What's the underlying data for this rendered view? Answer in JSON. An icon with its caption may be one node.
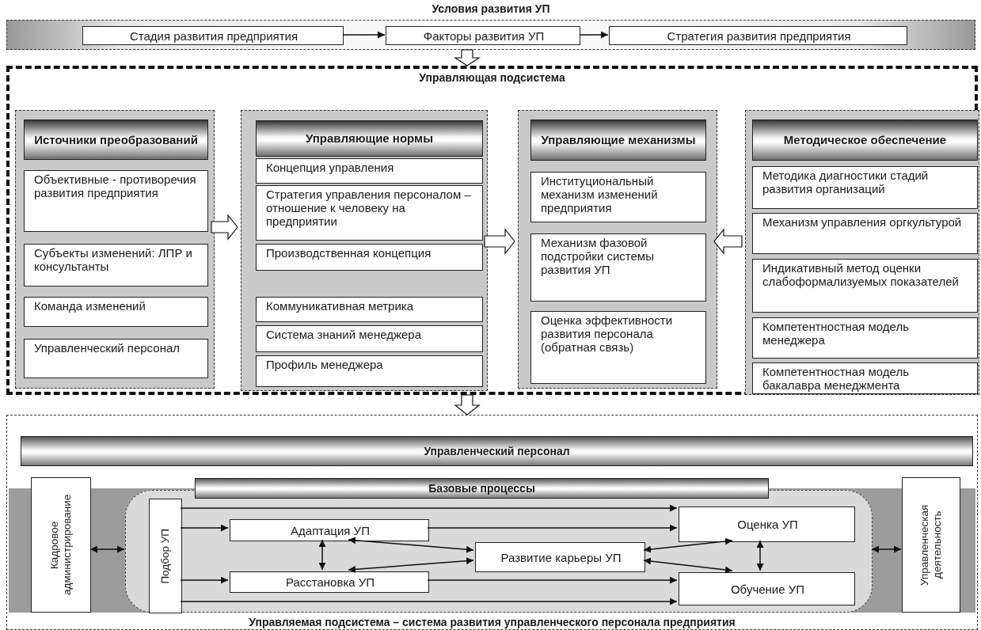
{
  "diagram": {
    "caption": "Управляемая подсистема – система развития управленческого персонала предприятия",
    "nodes": [
      {
        "text": [
          "Условия развития УП"
        ]
      },
      {
        "text": [
          "Стадия развития предприятия"
        ],
        "in": 0
      },
      {
        "text": [
          "Факторы развития УП"
        ],
        "in": 0
      },
      {
        "text": [
          "Стратегия развития предприятия"
        ],
        "in": 0
      },
      {
        "text": [
          "Управляющая подсистема"
        ]
      },
      {
        "text": [],
        "shape": "box",
        "in": 4
      },
      {
        "text": [
          "Источники преобразований"
        ],
        "in": 5
      },
      {
        "text": [
          "Объективные - противоречия развития предприятия"
        ],
        "in": 5
      },
      {
        "text": [
          "Субъекты изменений: ЛПР и консультанты"
        ],
        "in": 5
      },
      {
        "text": [
          "Команда изменений"
        ],
        "in": 5
      },
      {
        "text": [
          "Управленческий персонал"
        ],
        "in": 5
      },
      {
        "text": [],
        "shape": "box",
        "in": 4
      },
      {
        "text": [
          "Управляющие нормы"
        ],
        "in": 11
      },
      {
        "text": [
          "Концепция управления"
        ],
        "in": 11
      },
      {
        "text": [
          "Стратегия управления персоналом – отношение к человеку на предприятии"
        ],
        "in": 11
      },
      {
        "text": [
          "Производственная концепция"
        ],
        "in": 11
      },
      {
        "text": [
          "Коммуникативная метрика"
        ],
        "in": 11
      },
      {
        "text": [
          "Система знаний менеджера"
        ],
        "in": 11
      },
      {
        "text": [
          "Профиль менеджера"
        ],
        "in": 11
      },
      {
        "text": [],
        "shape": "box",
        "in": 4
      },
      {
        "text": [
          "Управляющие механизмы"
        ],
        "in": 19
      },
      {
        "text": [
          "Институциональный механизм изменений предприятия"
        ],
        "in": 19
      },
      {
        "text": [
          "Механизм фазовой подстройки системы развития УП"
        ],
        "in": 19
      },
      {
        "text": [
          "Оценка эффективности развития персонала (обратная связь)"
        ],
        "in": 19
      },
      {
        "text": [],
        "shape": "box",
        "in": 4
      },
      {
        "text": [
          "Методическое обеспечение"
        ],
        "in": 24
      },
      {
        "text": [
          "Методика диагностики стадий развития организаций"
        ],
        "in": 24
      },
      {
        "text": [
          "Механизм управления оргкультурой"
        ],
        "in": 24
      },
      {
        "text": [
          "Индикативный метод оценки слабоформализуемых показателей"
        ],
        "in": 24
      },
      {
        "text": [
          "Компетентностная модель менеджера"
        ],
        "in": 24
      },
      {
        "text": [
          "Компетентностная модель бакалавра менеджмента"
        ],
        "in": 24
      },
      {
        "text": [],
        "shape": "box"
      },
      {
        "text": [
          "Управленческий персонал"
        ],
        "in": 31
      },
      {
        "text": [
          "Кадровое администрирование"
        ],
        "in": 31
      },
      {
        "text": [
          "Базовые процессы"
        ],
        "in": 31
      },
      {
        "text": [],
        "shape": "box",
        "in": 31
      },
      {
        "text": [
          "Подбор УП"
        ],
        "in": 35
      },
      {
        "text": [
          "Адаптация УП"
        ],
        "in": 35
      },
      {
        "text": [
          "Расстановка УП"
        ],
        "in": 35
      },
      {
        "text": [
          "Развитие карьеры УП"
        ],
        "in": 35
      },
      {
        "text": [
          "Оценка УП"
        ],
        "in": 35
      },
      {
        "text": [
          "Обучение УП"
        ],
        "in": 35
      },
      {
        "text": [
          "Управленческая деятельность"
        ],
        "in": 31
      }
    ],
    "edges": [
      {
        "from": 1,
        "to": 2,
        "arrow": "to"
      },
      {
        "from": 2,
        "to": 3,
        "arrow": "to"
      },
      {
        "from": 0,
        "to": 4,
        "arrow": "to",
        "style": "thick"
      },
      {
        "from": 5,
        "to": 11,
        "arrow": "to",
        "style": "thick"
      },
      {
        "from": 11,
        "to": 19,
        "arrow": "to",
        "style": "thick"
      },
      {
        "from": 24,
        "to": 19,
        "arrow": "to",
        "style": "thick"
      },
      {
        "from": 4,
        "to": 31,
        "arrow": "to",
        "style": "thick"
      },
      {
        "from": 33,
        "to": 35,
        "arrow": "both"
      },
      {
        "from": 35,
        "to": 42,
        "arrow": "both"
      },
      {
        "from": 36,
        "to": 40,
        "arrow": "to"
      },
      {
        "from": 36,
        "to": 37,
        "arrow": "to"
      },
      {
        "from": 36,
        "to": 38,
        "arrow": "to"
      },
      {
        "from": 36,
        "to": 41,
        "arrow": "to"
      },
      {
        "from": 37,
        "to": 40,
        "arrow": "to"
      },
      {
        "from": 38,
        "to": 41,
        "arrow": "to"
      },
      {
        "from": 37,
        "to": 38,
        "arrow": "both"
      },
      {
        "from": 37,
        "to": 39,
        "arrow": "both"
      },
      {
        "from": 38,
        "to": 39,
        "arrow": "both"
      },
      {
        "from": 39,
        "to": 40,
        "arrow": "both"
      },
      {
        "from": 39,
        "to": 41,
        "arrow": "both"
      },
      {
        "from": 40,
        "to": 41,
        "arrow": "both"
      }
    ]
  }
}
